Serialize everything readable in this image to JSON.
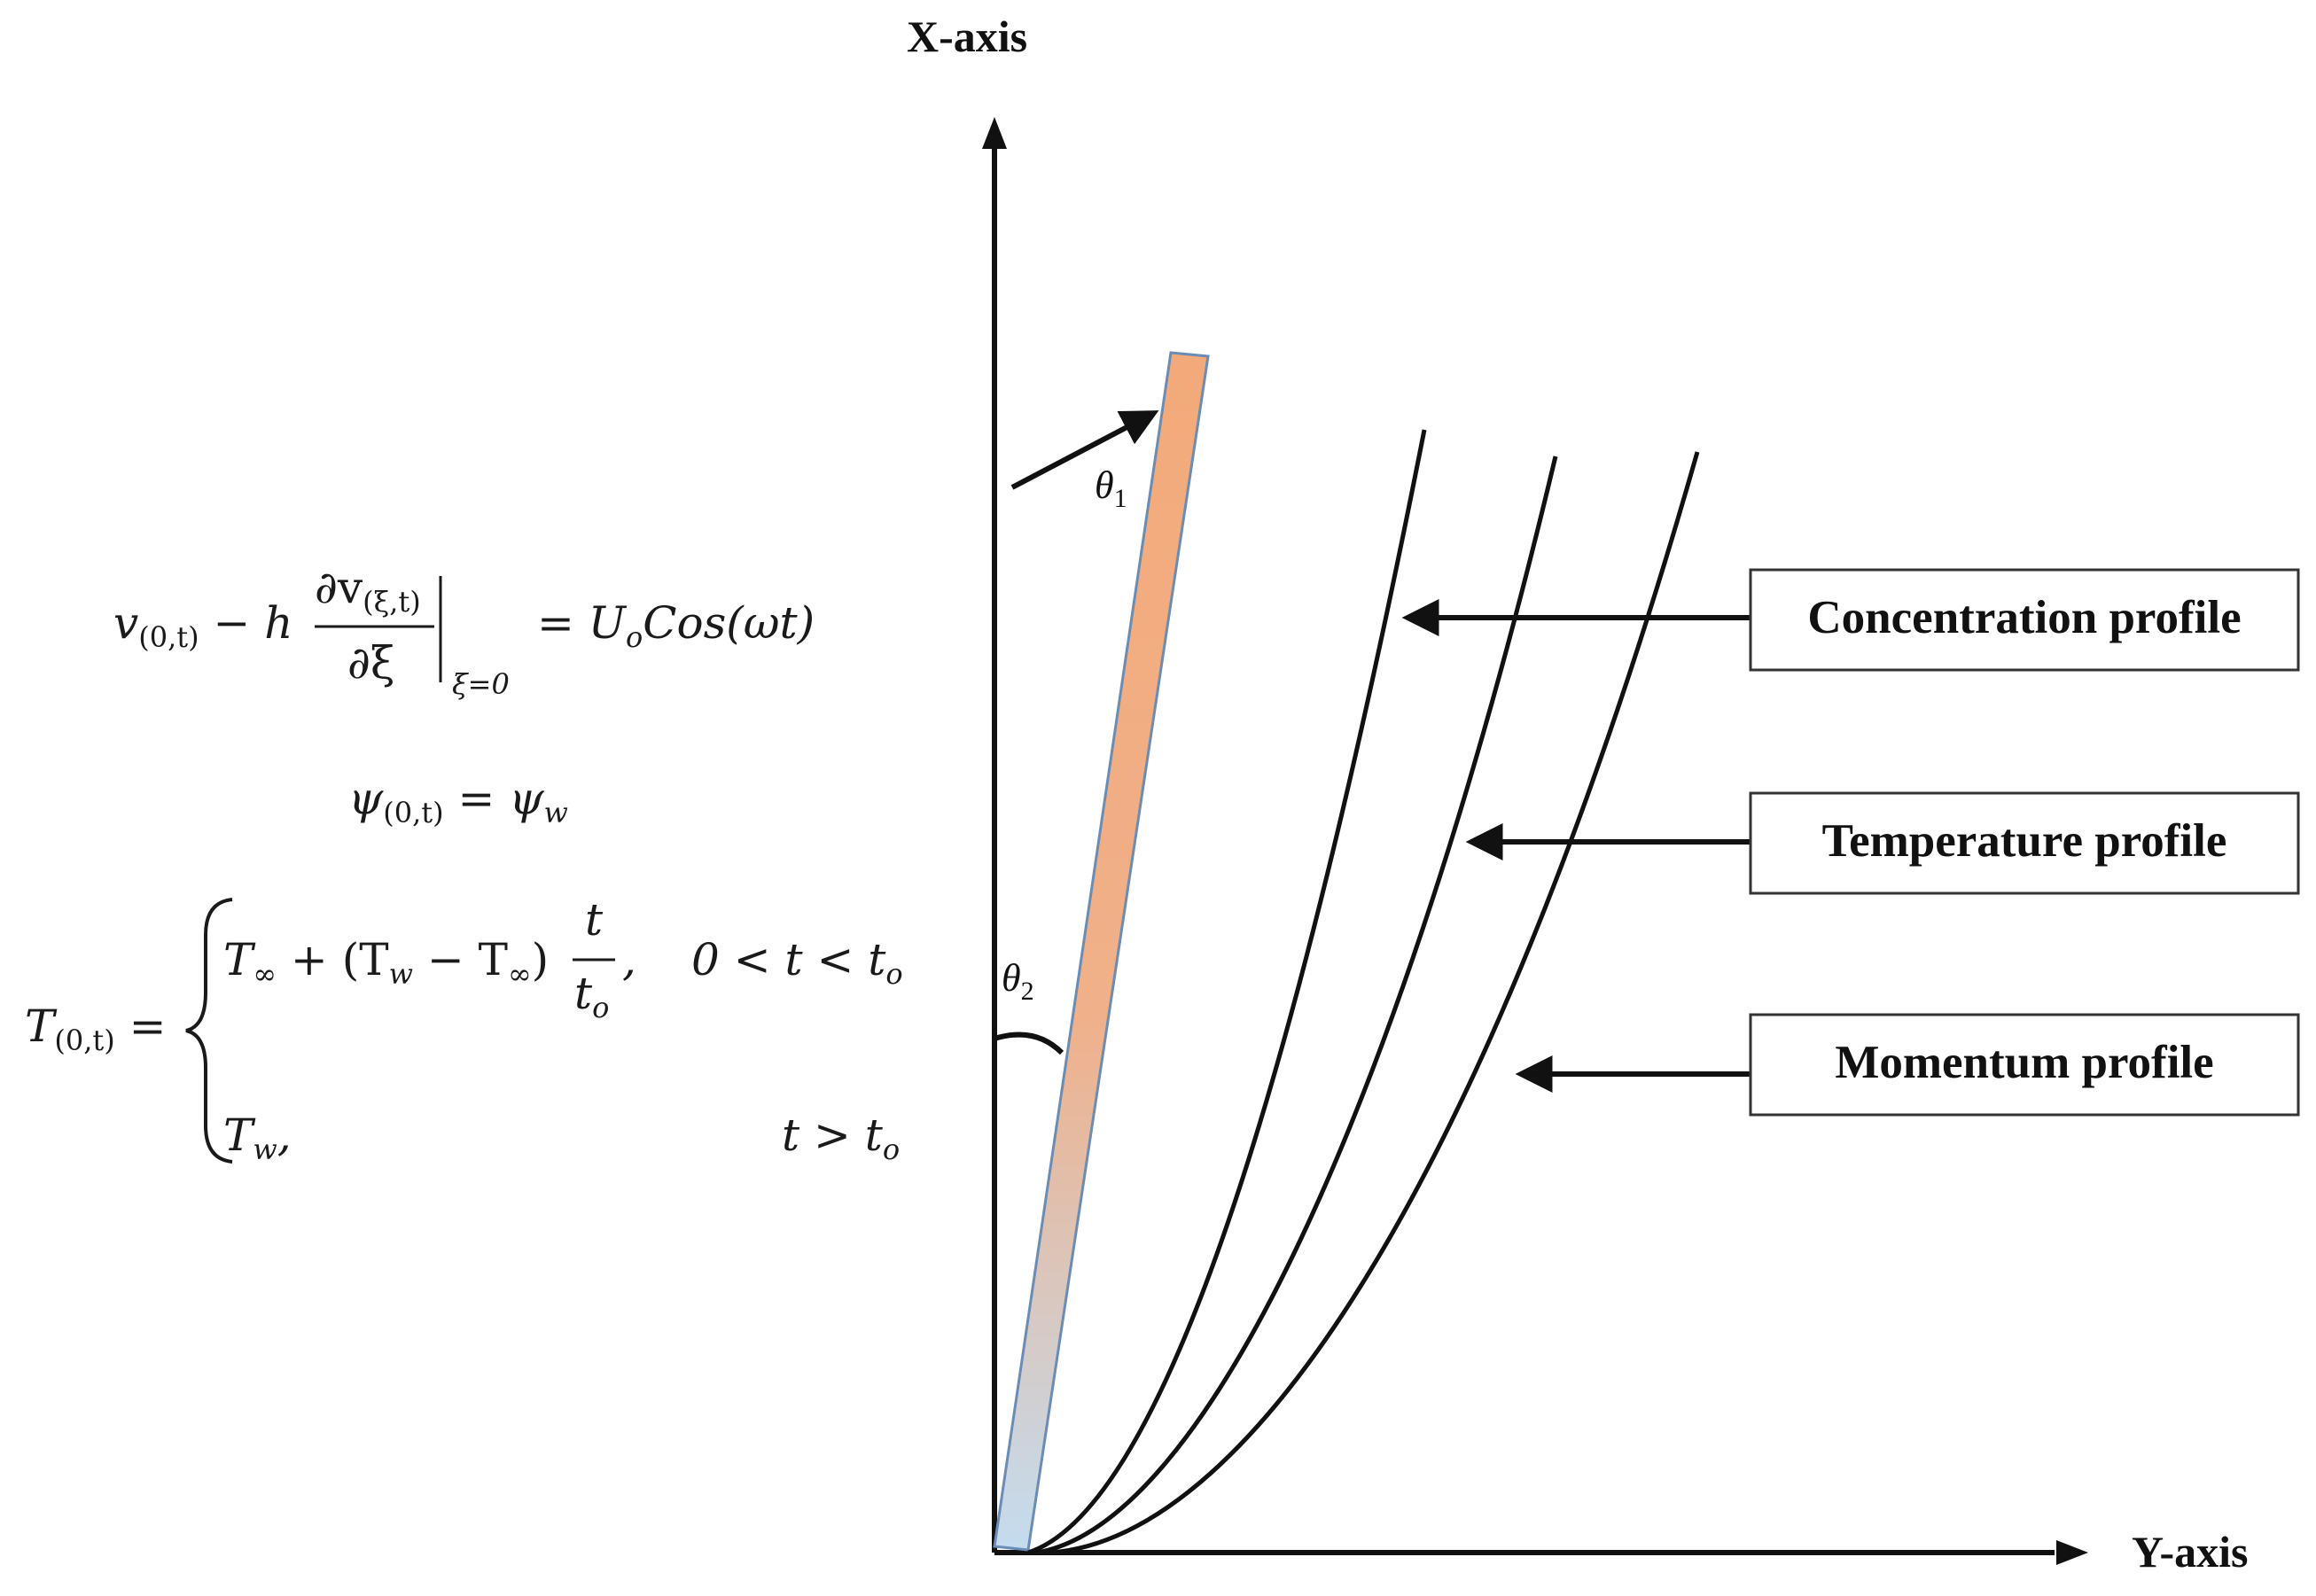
{
  "axes": {
    "x_label": "X-axis",
    "y_label": "Y-axis"
  },
  "angles": {
    "theta1_symbol": "θ",
    "theta1_sub": "1",
    "theta2_symbol": "θ",
    "theta2_sub": "2"
  },
  "profiles": [
    {
      "label": "Concentration profile"
    },
    {
      "label": "Temperature profile"
    },
    {
      "label": "Momentum profile"
    }
  ],
  "equations": {
    "eq1": {
      "v": "v",
      "v_sub": "(0,t)",
      "minus_h": " − h",
      "num_partial": "∂v",
      "num_sub": "(ξ,t)",
      "den": "∂ξ",
      "eval_sub": "ξ=0",
      "rhs_eq": "= ",
      "rhs_U": "U",
      "rhs_U_sub": "o",
      "rhs_cos": "Cos(ωt)"
    },
    "eq2": {
      "psi": "ψ",
      "psi_sub": "(0,t)",
      "eq": " = ψ",
      "rhs_sub": "w"
    },
    "eq3": {
      "T": "T",
      "T_sub": "(0,t)",
      "eq": " =",
      "case1_lhs": "T",
      "case1_inf": "∞",
      "case1_mid": " + (T",
      "case1_w": "w",
      "case1_minus": " − T",
      "case1_inf2": "∞",
      "case1_close": ")",
      "frac_num": "t",
      "frac_den": "t",
      "frac_den_sub": "o",
      "case1_comma": ",",
      "case1_cond": "0 < t < t",
      "case1_cond_sub": "o",
      "case2_lhs": "T",
      "case2_sub": "w",
      "case2_comma": ",",
      "case2_cond": "t > t",
      "case2_cond_sub": "o"
    }
  },
  "colors": {
    "plate_top": "#f3aa7a",
    "plate_bottom": "#c4dcef",
    "plate_border": "#6a8cb5",
    "line": "#111111",
    "box_border": "#333333"
  }
}
